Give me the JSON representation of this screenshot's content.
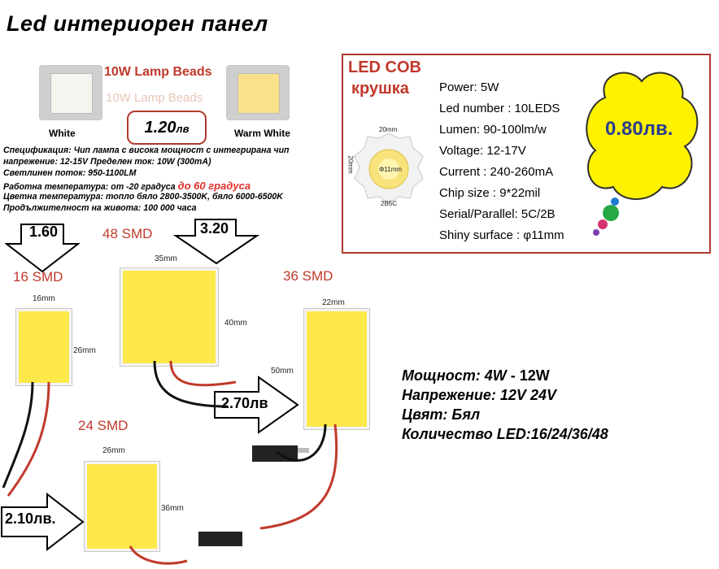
{
  "title": "Led  интериорен панел",
  "lamp_beads": {
    "label": "10W Lamp Beads",
    "ghost_label": "10W Lamp Beads",
    "white_label": "White",
    "warm_label": "Warm White",
    "price": "1.20",
    "price_unit": "лв"
  },
  "spec_lines": [
    "Спецификация: Чип лампа с висока мощност с интегрирана чип",
    "напрежение: 12-15V Пределен ток: 10W (300mA)",
    "Светлинен поток: 950-1100LM",
    "Работна температура: от -20 градуса",
    "до 60 градуса",
    "Цветна температура: топло бяло 2800-3500K, бяло 6000-6500K",
    "Продължителност на живота: 100 000 часа"
  ],
  "cob": {
    "title1": "LED COB",
    "title2": "крушка",
    "dim_w": "20mm",
    "dim_h": "20mm",
    "center_label": "Φ11mm",
    "model": "2B5C",
    "specs": [
      "Power:  5W",
      "Led number : 10LEDS",
      "Lumen: 90-100lm/w",
      "Voltage: 12-17V",
      "Current : 240-260mA",
      "Chip size : 9*22mil",
      "Serial/Parallel: 5C/2B",
      "Shiny surface :  φ11mm"
    ],
    "price": "0.80лв."
  },
  "panels": {
    "smd16": {
      "label": "16 SMD",
      "price": "1.60",
      "w": "16mm",
      "h": "26mm"
    },
    "smd48": {
      "label": "48 SMD",
      "price": "3.20",
      "w": "35mm",
      "h": "40mm"
    },
    "smd36": {
      "label": "36 SMD",
      "price": "2.70лв",
      "w": "22mm",
      "h": "50mm"
    },
    "smd24": {
      "label": "24 SMD",
      "price": "2.10лв.",
      "w": "26mm",
      "h": "36mm"
    }
  },
  "bottom_specs": {
    "power_prefix": "Мощност: 4W",
    "power_suffix": "- 12W",
    "voltage": "Напрежение: 12V 24V",
    "color": "Цвят: Бял",
    "count": "Количество LED:16/24/36/48"
  },
  "colors": {
    "accent_red": "#c0392b",
    "panel_yellow": "#fde84a",
    "cloud_yellow": "#fff200",
    "price_blue": "#2a3d8f"
  }
}
